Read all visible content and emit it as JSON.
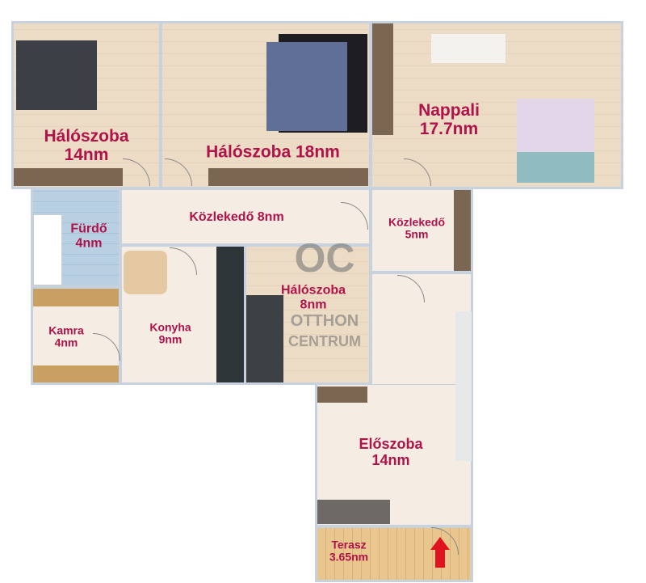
{
  "rooms": [
    {
      "name": "Hálószoba",
      "area": "14nm"
    },
    {
      "name": "Hálószoba 18nm"
    },
    {
      "name": "Nappali",
      "area": "17.7nm"
    },
    {
      "name": "Fürdő",
      "area": "4nm"
    },
    {
      "name": "Közlekedő 8nm"
    },
    {
      "name": "Közlekedő",
      "area": "5nm"
    },
    {
      "name": "Kamra",
      "area": "4nm"
    },
    {
      "name": "Konyha",
      "area": "9nm"
    },
    {
      "name": "Hálószoba",
      "area": "8nm"
    },
    {
      "name": "Előszoba",
      "area": "14nm"
    },
    {
      "name": "Terasz",
      "area": "3.65nm"
    }
  ],
  "watermark": {
    "logo": "OC",
    "line1": "OTTHON",
    "line2": "CENTRUM"
  },
  "colors": {
    "label": "#b0124a",
    "wall": "#c8d2de",
    "entrance_arrow": "#e0141e"
  }
}
